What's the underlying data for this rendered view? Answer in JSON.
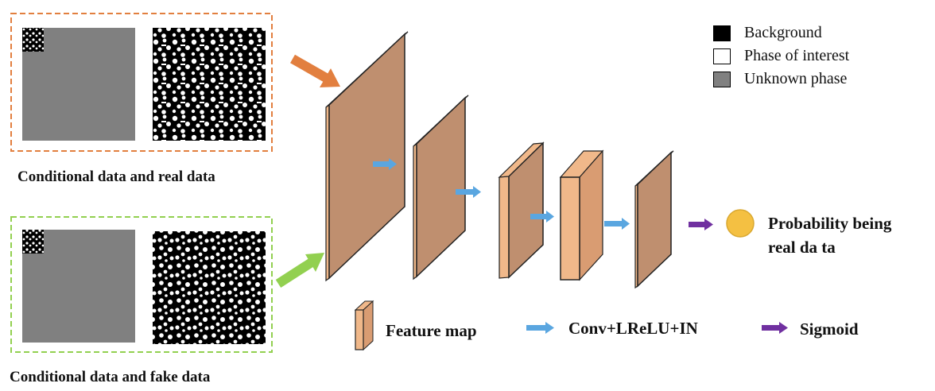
{
  "colors": {
    "orange": "#e27f3f",
    "green": "#92d050",
    "feature_face": "#bf8f6f",
    "feature_light": "#f0b88a",
    "blue_arrow": "#5aa6e0",
    "purple_arrow": "#7030a0",
    "probability_circle": "#f4c042",
    "background_swatch": "#000000",
    "interest_swatch": "#ffffff",
    "unknown_swatch": "#808080"
  },
  "inputs": {
    "real_label": "Conditional data and real data",
    "fake_label": "Conditional data and fake data"
  },
  "legend_phases": {
    "background": "Background",
    "phase_of_interest": "Phase of interest",
    "unknown_phase": "Unknown phase"
  },
  "output": {
    "line1": "Probability being",
    "line2": "real da ta"
  },
  "legend_ops": {
    "feature_map": "Feature map",
    "conv": "Conv+LReLU+IN",
    "sigmoid": "Sigmoid"
  }
}
